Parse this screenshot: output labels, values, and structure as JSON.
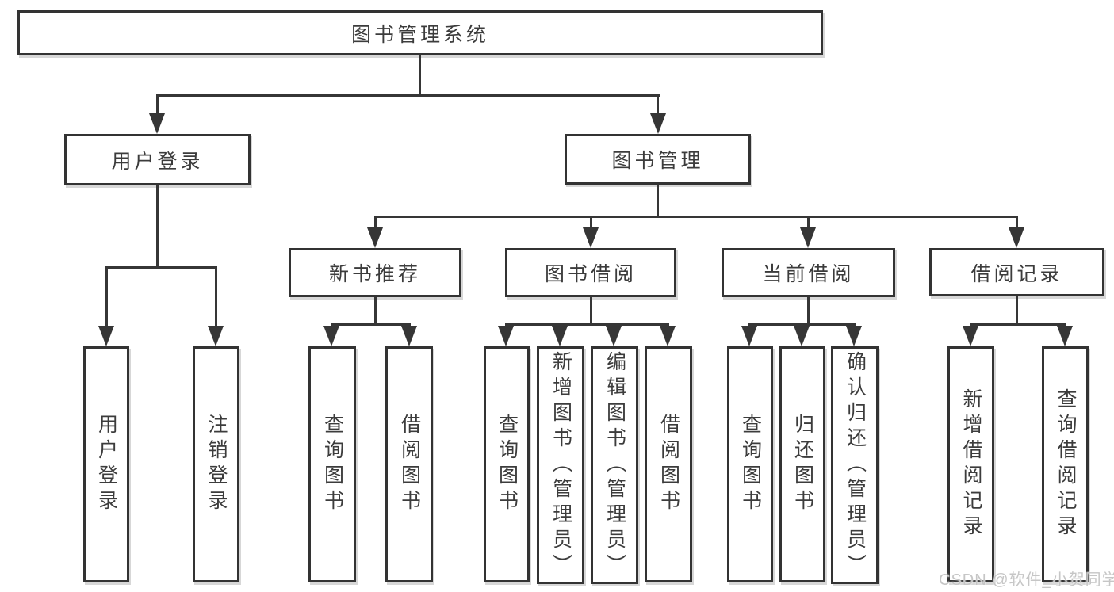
{
  "root": {
    "label": "图书管理系统"
  },
  "level2": [
    {
      "label": "用户登录"
    },
    {
      "label": "图书管理"
    }
  ],
  "level3": [
    {
      "label": "新书推荐"
    },
    {
      "label": "图书借阅"
    },
    {
      "label": "当前借阅"
    },
    {
      "label": "借阅记录"
    }
  ],
  "leaves": {
    "user_login": [
      "用户登录",
      "注销登录"
    ],
    "new_book": [
      "查询图书",
      "借阅图书"
    ],
    "book_borrow": [
      "查询图书",
      "新增图书（管理员）",
      "编辑图书（管理员）",
      "借阅图书"
    ],
    "current_borrow": [
      "查询图书",
      "归还图书",
      "确认归还（管理员）"
    ],
    "borrow_record": [
      "新增借阅记录",
      "查询借阅记录"
    ]
  },
  "watermark": "CSDN @软件_小贺同学",
  "colors": {
    "line": "#363636",
    "box_border": "#333333",
    "text": "#3c3c3c",
    "watermark_text": "#c6c6c6",
    "background": "#ffffff"
  }
}
